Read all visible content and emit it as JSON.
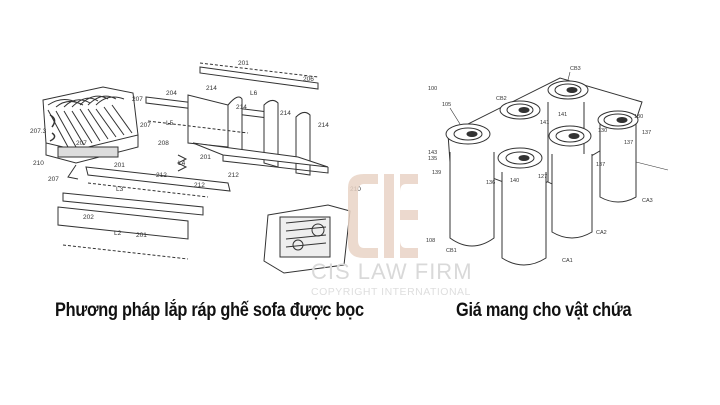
{
  "captions": {
    "left": "Phương pháp lắp ráp ghế sofa được bọc",
    "right": "Giá mang cho vật chứa"
  },
  "watermark": {
    "name": "CIS LAW FIRM",
    "subtitle": "COPYRIGHT INTERNATIONAL"
  },
  "left_figure": {
    "labels": [
      "201",
      "206",
      "204",
      "214",
      "214",
      "L6",
      "L5",
      "214",
      "214",
      "207",
      "207",
      "207.3",
      "207",
      "207",
      "210",
      "208",
      "212",
      "201",
      "L4",
      "212",
      "212",
      "L3",
      "201",
      "L2",
      "201",
      "202",
      "210"
    ]
  },
  "right_figure": {
    "labels": [
      "100",
      "CB3",
      "105",
      "CB2",
      "141",
      "141",
      "136",
      "137",
      "137",
      "137",
      "130",
      "130",
      "143",
      "139",
      "135",
      "140",
      "108",
      "CB1",
      "CA2",
      "CA1",
      "CA3",
      "127"
    ]
  },
  "colors": {
    "watermark_logo": "#e9d3c6",
    "line_art": "#333333"
  }
}
